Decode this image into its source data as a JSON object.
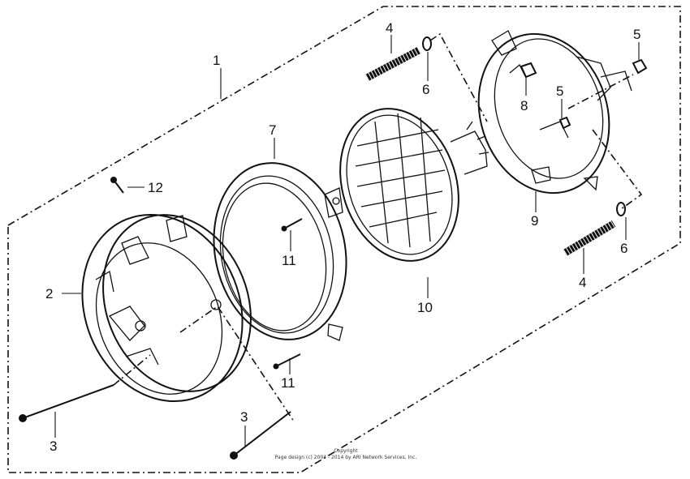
{
  "callouts": {
    "c1": "1",
    "c2": "2",
    "c3a": "3",
    "c3b": "3",
    "c4a": "4",
    "c4b": "4",
    "c5a": "5",
    "c5b": "5",
    "c6a": "6",
    "c6b": "6",
    "c7": "7",
    "c8": "8",
    "c9": "9",
    "c10": "10",
    "c11a": "11",
    "c11b": "11",
    "c12": "12"
  },
  "copyright": {
    "line1": "Copyright",
    "line2": "Page design (c) 2004 - 2014 by ARI Network Services, Inc."
  }
}
